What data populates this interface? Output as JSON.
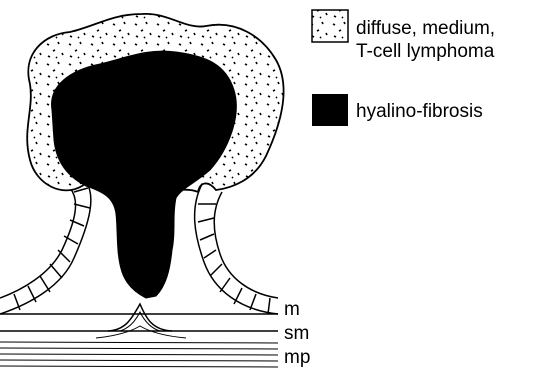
{
  "legend": {
    "items": [
      {
        "key": "lymphoma",
        "label_line1": "diffuse, medium,",
        "label_line2": "T-cell lymphoma"
      },
      {
        "key": "fibrosis",
        "label_line1": "hyalino-fibrosis"
      }
    ]
  },
  "layers": {
    "m": "m",
    "sm": "sm",
    "mp": "mp"
  },
  "colors": {
    "ink": "#000000",
    "paper": "#ffffff"
  }
}
